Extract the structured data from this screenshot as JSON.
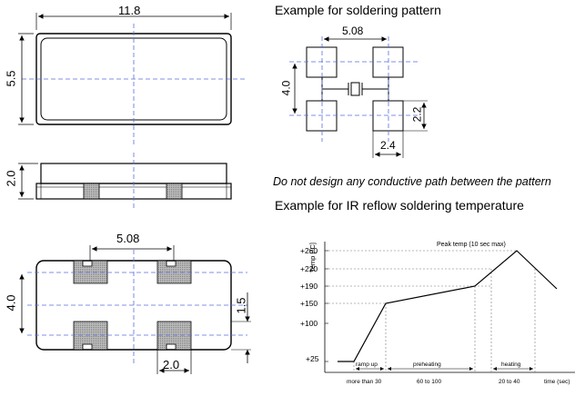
{
  "headings": {
    "soldering_pattern": "Example for soldering pattern",
    "warning": "Do not design any conductive path between the pattern",
    "ir_reflow": "Example for IR reflow soldering temperature"
  },
  "package_dimensions": {
    "length": "11.8",
    "width": "5.5",
    "height": "2.0",
    "pad_pitch": "5.08",
    "pad_row_spacing": "4.0",
    "pad_height": "1.5",
    "pad_width": "2.0"
  },
  "land_pattern": {
    "pitch": "5.08",
    "row_spacing": "4.0",
    "land_height": "2.2",
    "land_width": "2.4"
  },
  "reflow_profile": {
    "y_axis_label": "Temp [°C]",
    "y_ticks": [
      "+260",
      "+220",
      "+190",
      "+150",
      "+100",
      "+25"
    ],
    "peak_label": "Peak temp (10 sec max)",
    "zones": [
      "ramp up",
      "preheating",
      "heating"
    ],
    "x_labels": [
      "more than 30",
      "60 to 100",
      "20 to 40",
      "time (sec)"
    ]
  }
}
